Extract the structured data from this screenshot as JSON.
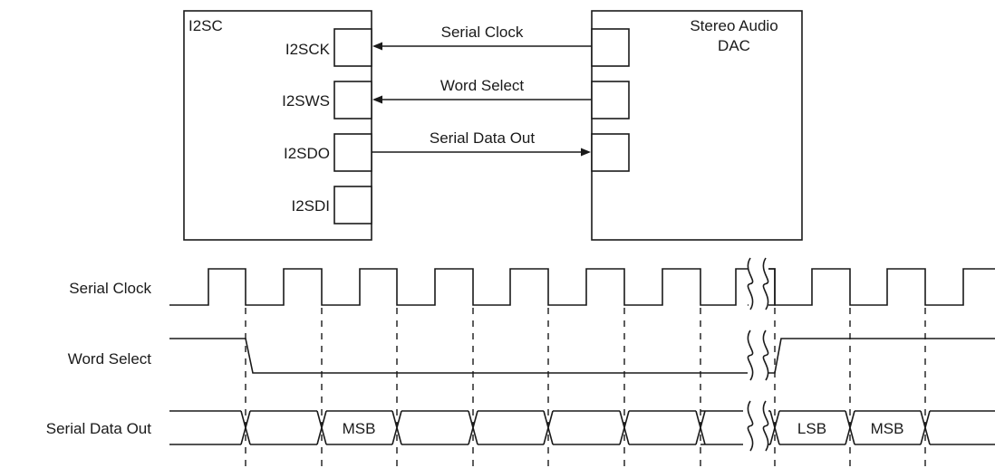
{
  "block_diagram": {
    "controller": {
      "title": "I2SC",
      "pins": [
        "I2SCK",
        "I2SWS",
        "I2SDO",
        "I2SDI"
      ]
    },
    "dac": {
      "title_line1": "Stereo Audio",
      "title_line2": "DAC"
    },
    "connections": [
      {
        "label": "Serial Clock",
        "direction": "dac-to-controller"
      },
      {
        "label": "Word Select",
        "direction": "dac-to-controller"
      },
      {
        "label": "Serial Data Out",
        "direction": "controller-to-dac"
      }
    ]
  },
  "timing_diagram": {
    "signals": {
      "clock": "Serial Clock",
      "word_select": "Word Select",
      "data": "Serial Data Out"
    },
    "data_cells": [
      "",
      "MSB",
      "",
      "",
      "",
      "",
      "",
      "",
      "LSB",
      "MSB",
      ""
    ]
  }
}
